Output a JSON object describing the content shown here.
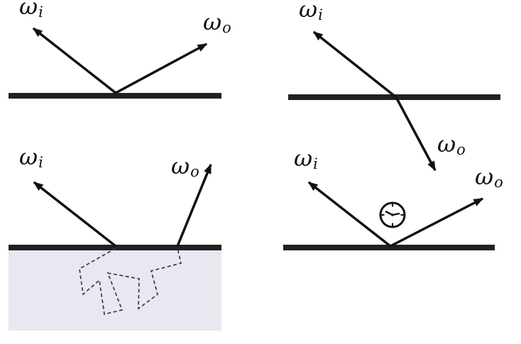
{
  "figure": {
    "colors": {
      "background": "#ffffff",
      "ink": "#111111",
      "surface": "#242021",
      "scatter_path": "#3c3c3c",
      "medium_fill": "#e8e8f1"
    },
    "icons": {
      "clock": "clock-face-with-hands"
    },
    "panels": {
      "top_left": {
        "omega_in": {
          "base": "ω",
          "sub": "i"
        },
        "omega_out": {
          "base": "ω",
          "sub": "o"
        }
      },
      "top_right": {
        "omega_in": {
          "base": "ω",
          "sub": "i"
        },
        "omega_out": {
          "base": "ω",
          "sub": "o"
        }
      },
      "bottom_left": {
        "omega_in": {
          "base": "ω",
          "sub": "i"
        },
        "omega_out": {
          "base": "ω",
          "sub": "o"
        }
      },
      "bottom_right": {
        "omega_in": {
          "base": "ω",
          "sub": "i"
        },
        "omega_out": {
          "base": "ω",
          "sub": "o"
        }
      }
    }
  }
}
